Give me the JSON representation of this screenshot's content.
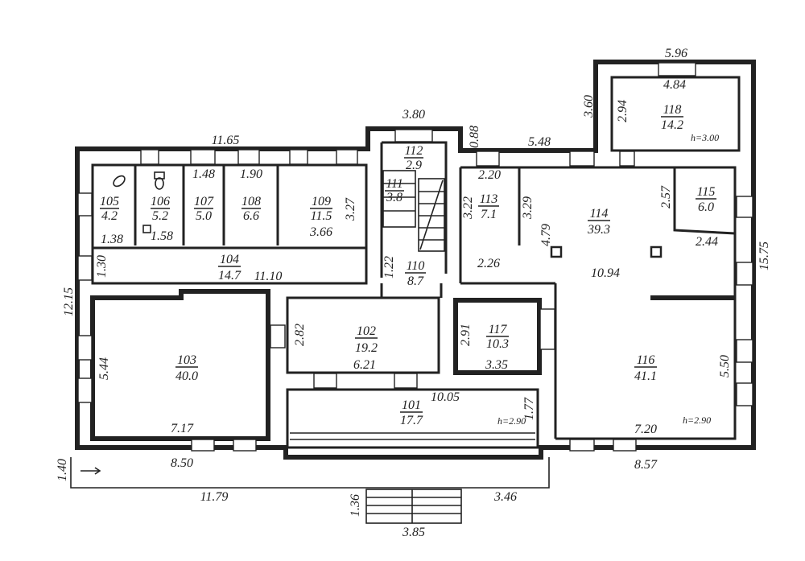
{
  "rooms": [
    {
      "id": "101",
      "number": "101",
      "area": "17.7"
    },
    {
      "id": "102",
      "number": "102",
      "area": "19.2"
    },
    {
      "id": "103",
      "number": "103",
      "area": "40.0"
    },
    {
      "id": "104",
      "number": "104",
      "area": "14.7"
    },
    {
      "id": "105",
      "number": "105",
      "area": "4.2"
    },
    {
      "id": "106",
      "number": "106",
      "area": "5.2"
    },
    {
      "id": "107",
      "number": "107",
      "area": "5.0"
    },
    {
      "id": "108",
      "number": "108",
      "area": "6.6"
    },
    {
      "id": "109",
      "number": "109",
      "area": "11.5"
    },
    {
      "id": "110",
      "number": "110",
      "area": "8.7"
    },
    {
      "id": "111",
      "number": "111",
      "area": "3.8"
    },
    {
      "id": "112",
      "number": "112",
      "area": "2.9"
    },
    {
      "id": "113",
      "number": "113",
      "area": "7.1"
    },
    {
      "id": "114",
      "number": "114",
      "area": "39.3"
    },
    {
      "id": "115",
      "number": "115",
      "area": "6.0"
    },
    {
      "id": "116",
      "number": "116",
      "area": "41.1"
    },
    {
      "id": "117",
      "number": "117",
      "area": "10.3"
    },
    {
      "id": "118",
      "number": "118",
      "area": "14.2"
    }
  ],
  "heights": {
    "room101": "h=2.90",
    "room116": "h=2.90",
    "room118": "h=3.00"
  },
  "dimensions": {
    "top_left": "11.65",
    "stair_top": "3.80",
    "gap_088": "0.88",
    "top_right": "5.48",
    "annex_top": "5.96",
    "annex_inner": "4.84",
    "annex_left": "3.60",
    "annex_inner_left": "2.94",
    "left_outer": "12.15",
    "right_outer": "15.75",
    "d_1_48": "1.48",
    "d_1_90": "1.90",
    "d_3_27": "3.27",
    "d_3_66": "3.66",
    "d_1_38": "1.38",
    "d_1_58": "1.58",
    "d_1_30": "1.30",
    "d_11_10": "11.10",
    "d_1_22": "1.22",
    "d_2_20": "2.20",
    "d_3_22": "3.22",
    "d_3_29": "3.29",
    "d_4_79": "4.79",
    "d_2_26": "2.26",
    "d_2_57": "2.57",
    "d_2_44": "2.44",
    "d_10_94": "10.94",
    "d_5_44": "5.44",
    "d_2_82": "2.82",
    "d_6_21": "6.21",
    "d_2_91": "2.91",
    "d_3_35": "3.35",
    "d_5_50": "5.50",
    "d_10_05": "10.05",
    "d_1_77": "1.77",
    "d_7_17": "7.17",
    "d_7_20": "7.20",
    "d_8_50": "8.50",
    "d_8_57": "8.57",
    "d_1_40": "1.40",
    "d_11_79": "11.79",
    "d_3_46": "3.46",
    "d_1_36": "1.36",
    "d_3_85": "3.85"
  }
}
